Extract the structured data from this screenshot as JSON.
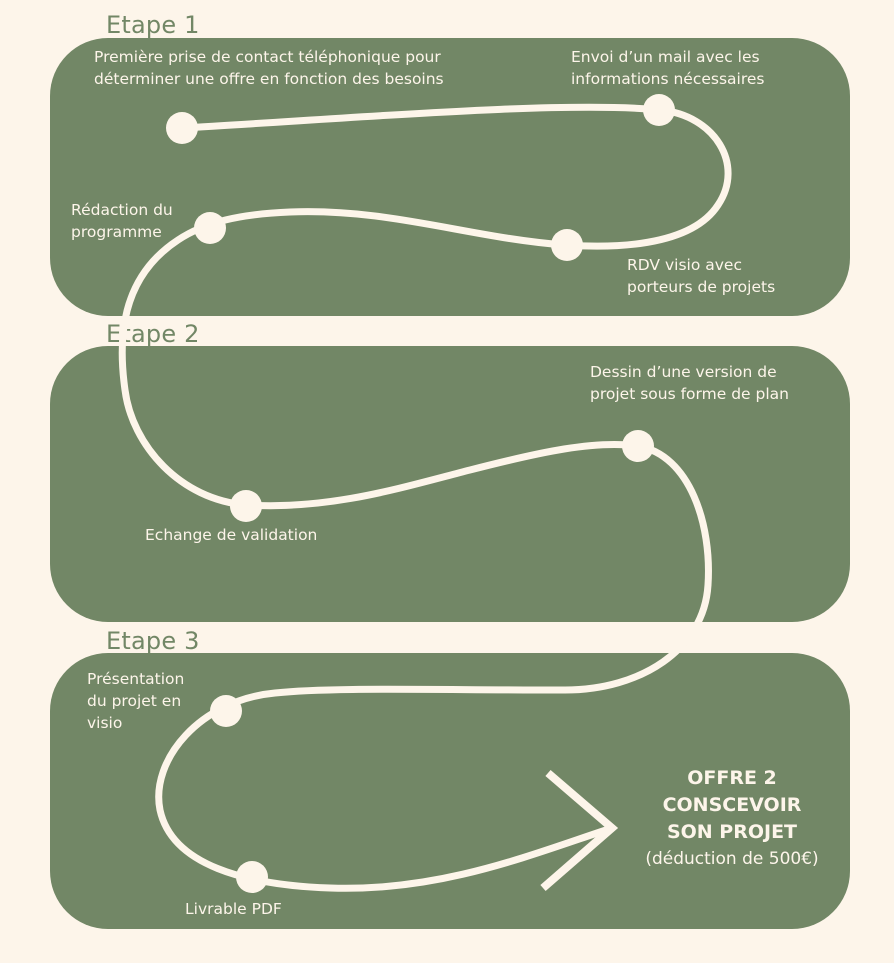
{
  "stages": [
    {
      "label": "Etape 1"
    },
    {
      "label": "Etape 2"
    },
    {
      "label": "Etape 3"
    }
  ],
  "steps": {
    "contact": "Première prise de contact téléphonique pour déterminer une offre en fonction des besoins",
    "mail": "Envoi d’un mail avec les informations nécessaires",
    "rdv": "RDV visio avec porteurs de projets",
    "redaction": "Rédaction du programme",
    "dessin": "Dessin d’une version de projet sous forme de plan",
    "echange": "Echange de validation",
    "presentation": "Présentation du projet en visio",
    "livrable": "Livrable PDF"
  },
  "offer": {
    "title_line1": "OFFRE 2",
    "title_line2": "CONSCEVOIR",
    "title_line3": "SON PROJET",
    "subtitle": "(déduction de 500€)"
  },
  "colors": {
    "background": "#fdf5ea",
    "panel": "#728766",
    "path": "#fdf5ea"
  }
}
